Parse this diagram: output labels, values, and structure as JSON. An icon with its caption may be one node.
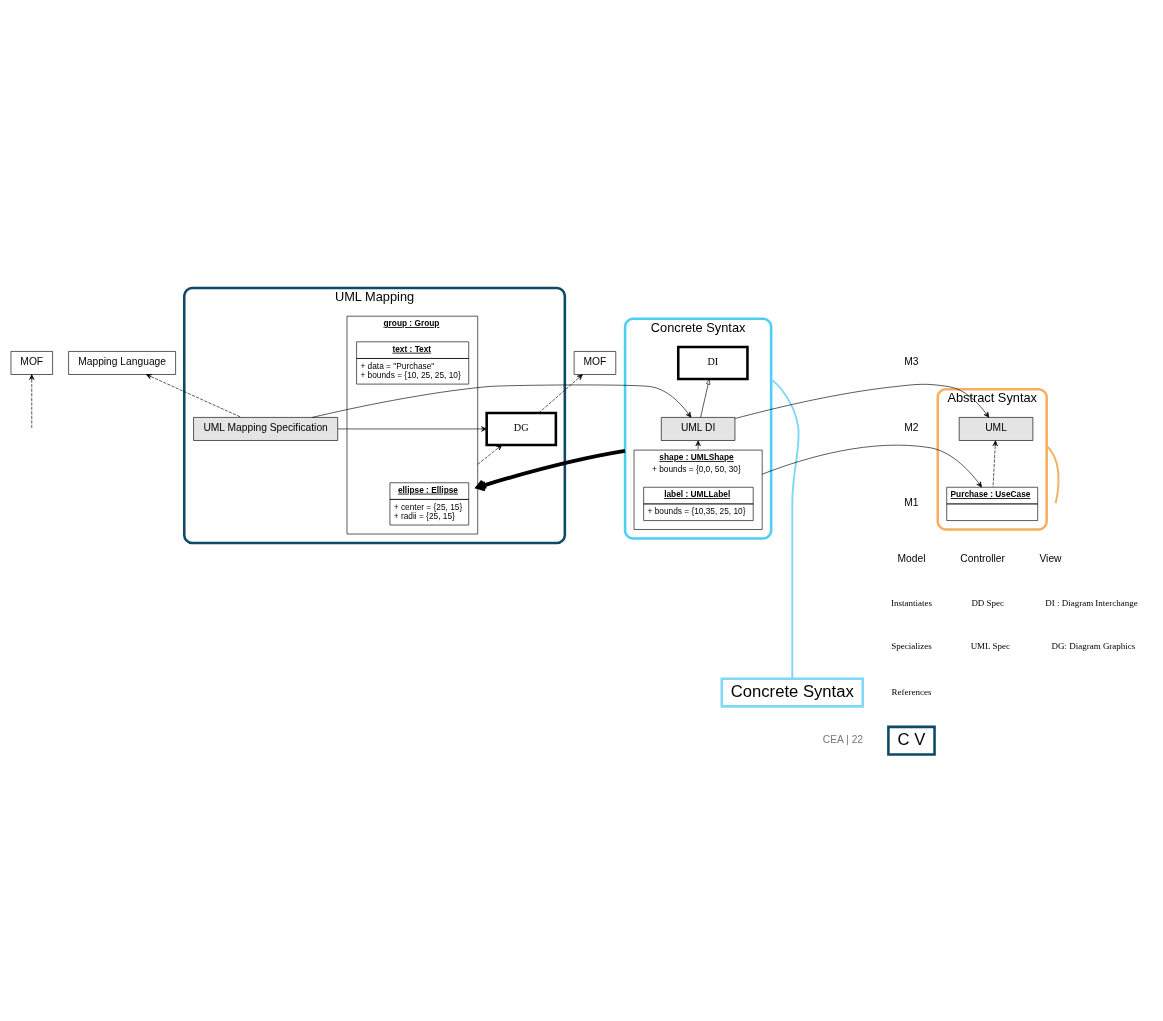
{
  "diagram": {
    "nodes": [
      {
        "text": [
          "MOF"
        ]
      },
      {
        "text": [
          "Mapping Language"
        ]
      },
      {
        "text": [
          "MOF"
        ]
      },
      {
        "text": [
          "Abstract Syntax"
        ]
      },
      {
        "text": [
          "UML"
        ],
        "in": 3
      },
      {
        "text": [
          "Purchase : UseCase"
        ],
        "in": 3
      },
      {
        "text": [
          "Concrete Syntax"
        ]
      },
      {
        "text": [
          "DI"
        ],
        "in": 6
      },
      {
        "text": [
          "UML DI"
        ],
        "in": 6
      },
      {
        "text": [
          "shape : UMLShape",
          "+ bounds = {0,0, 50, 30}"
        ],
        "in": 6
      },
      {
        "text": [
          "label : UMLLabel",
          "+ bounds = {10,35, 25, 10}"
        ],
        "in": 9
      },
      {
        "text": [
          "UML Mapping"
        ]
      },
      {
        "text": [
          "UML Mapping Specification"
        ],
        "in": 11
      },
      {
        "text": [
          "DG"
        ],
        "in": 11
      },
      {
        "text": [
          "group : Group"
        ],
        "in": 11
      },
      {
        "text": [
          "ellipse : Ellipse",
          "+ center = {25, 15}",
          "+ radii = {25, 15}"
        ],
        "in": 14
      },
      {
        "text": [
          "text : Text",
          "+ data = \"Purchase\"",
          "+ bounds = {10, 25, 25, 10}"
        ],
        "in": 14
      },
      {
        "text": [
          "Concrete Syntax"
        ]
      },
      {
        "text": [
          "C V"
        ]
      }
    ],
    "edges": [
      {
        "from": null,
        "to": 0,
        "arrow": "to",
        "style": "dashed"
      },
      {
        "from": 8,
        "to": 7,
        "arrow": "to"
      },
      {
        "from": 8,
        "to": 4,
        "arrow": "to"
      },
      {
        "from": 12,
        "to": 8,
        "arrow": "to"
      },
      {
        "from": 12,
        "to": 13,
        "arrow": "to"
      },
      {
        "from": 12,
        "to": 1,
        "arrow": "to",
        "style": "dashed"
      },
      {
        "from": 13,
        "to": 2,
        "arrow": "to",
        "style": "dashed"
      },
      {
        "from": 5,
        "to": 4,
        "arrow": "to",
        "style": "dashed"
      },
      {
        "from": 9,
        "to": 8,
        "arrow": "to",
        "style": "dashed"
      },
      {
        "from": 9,
        "to": 5,
        "arrow": "to"
      },
      {
        "from": 14,
        "to": 13,
        "arrow": "to",
        "style": "dashed"
      },
      {
        "from": 6,
        "to": 14,
        "arrow": "to",
        "style": "thick"
      },
      {
        "from": 17,
        "to": 6,
        "arrow": "none",
        "color": "#7fd8f5"
      },
      {
        "from": 3,
        "to": null,
        "arrow": "none",
        "color": "#f5b060"
      }
    ],
    "labels": [
      "M3",
      "M2",
      "M1",
      "Model",
      "Controller",
      "View",
      "DI : Diagram Interchange",
      "DG: Diagram Graphics",
      "CEA | 22"
    ],
    "legend": [
      {
        "text": "Instantiates"
      },
      {
        "text": "DD Spec"
      },
      {
        "text": "Specializes"
      },
      {
        "text": "UML Spec"
      },
      {
        "text": "References"
      }
    ]
  }
}
